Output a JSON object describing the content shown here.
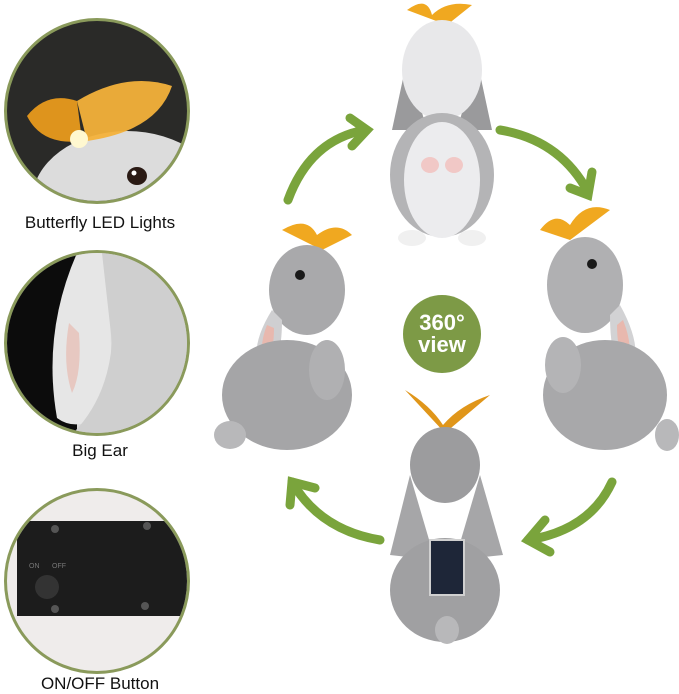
{
  "details": [
    {
      "label": "Butterfly LED Lights",
      "icon": "butterfly-led-closeup"
    },
    {
      "label": "Big Ear",
      "icon": "rabbit-ear-closeup"
    },
    {
      "label": "ON/OFF Button",
      "icon": "switch-closeup",
      "switch_labels": [
        "ON",
        "OFF"
      ]
    }
  ],
  "badge": {
    "line1": "360°",
    "line2": "view"
  },
  "colors": {
    "accent_green": "#7d9a46",
    "circle_border": "#8a9a5b",
    "rabbit_gray": "#a8a8aa",
    "butterfly_amber": "#f0a820"
  },
  "views": [
    "front",
    "right-side",
    "back",
    "left-side"
  ]
}
